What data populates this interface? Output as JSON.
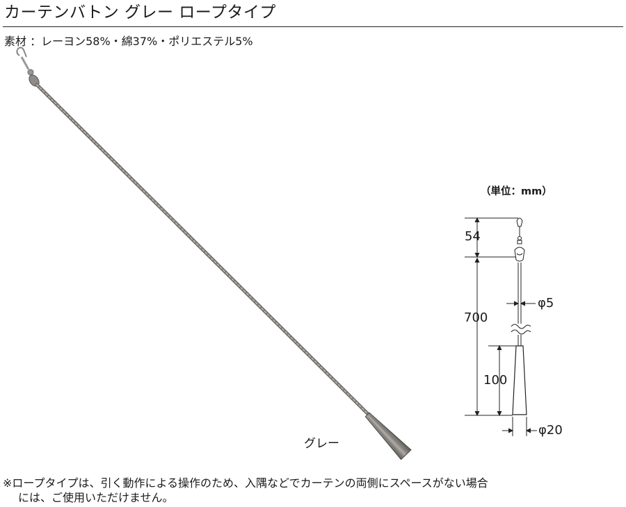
{
  "header": {
    "title": "カーテンバトン グレー ロープタイプ"
  },
  "material": {
    "label": "素材 ：",
    "value": "レーヨン58%・綿37%・ポリエステル5%"
  },
  "product": {
    "color_label": "グレー",
    "rope_color": "#8a8680",
    "grip_color": "#8c8984"
  },
  "diagram": {
    "unit_label": "（単位：mm）",
    "dim_top": "54",
    "dim_length": "700",
    "dim_rope_dia": "φ5",
    "dim_grip_len": "100",
    "dim_grip_dia": "φ20"
  },
  "note": {
    "line1": "※ロープタイプは、引く動作による操作のため、入隅などでカーテンの両側にスペースがない場合",
    "line2": "には、ご使用いただけません。"
  }
}
